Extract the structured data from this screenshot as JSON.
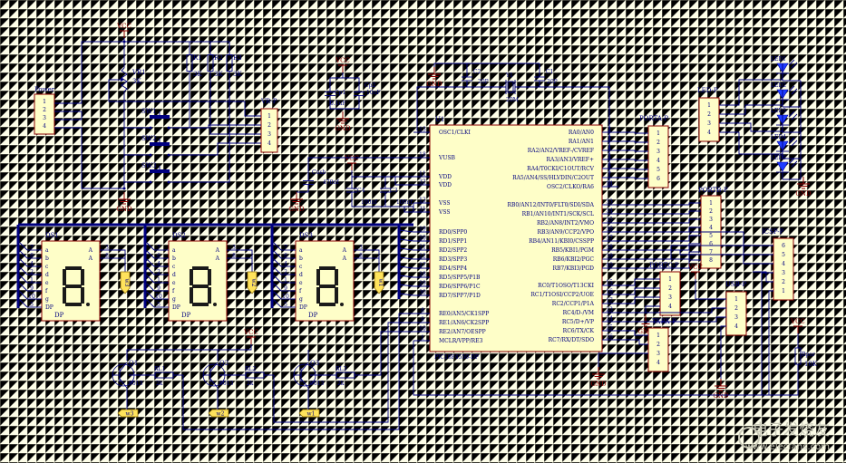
{
  "power": {
    "vcc": "VCC",
    "gnd": "GND"
  },
  "power_header": {
    "ref": "Power",
    "pins": [
      "1",
      "2",
      "3",
      "4"
    ]
  },
  "vr_header": {
    "ref": "VR-P",
    "pins": [
      "1",
      "2",
      "3",
      "4"
    ]
  },
  "vr1": {
    "ref": "VR1",
    "value": "3K"
  },
  "resistors_top": [
    {
      "ref": "R1",
      "value": "3K"
    },
    {
      "ref": "R2",
      "value": "3K"
    },
    {
      "ref": "R3",
      "value": "3K"
    }
  ],
  "switches": [
    "SW1",
    "SW2",
    "SW3"
  ],
  "cp1": {
    "ref": "Cp1",
    "value": "0.1uF"
  },
  "cp2": {
    "ref": "Cp2",
    "value": "10uF"
  },
  "c2": {
    "ref": "C2",
    "value": "20P"
  },
  "c1": {
    "ref": "C1",
    "value": "20P"
  },
  "y1": {
    "ref": "Y1",
    "value": "20M"
  },
  "cusb": {
    "ref": "Cusb",
    "value": "470nf"
  },
  "c4": {
    "ref": "C4",
    "value": "100nf"
  },
  "c3": {
    "ref": "C3",
    "value": "100nf"
  },
  "mcu": {
    "ref": "U1",
    "part": "PIC18F4550-DP",
    "left_pins": [
      {
        "num": "13",
        "label": "OSC1/CLKI"
      },
      {
        "num": "18",
        "label": "VUSB"
      },
      {
        "num": "11",
        "label": "VDD"
      },
      {
        "num": "32",
        "label": "VDD"
      },
      {
        "num": "12",
        "label": "VSS"
      },
      {
        "num": "31",
        "label": "VSS"
      },
      {
        "num": "19",
        "label": "RD0/SPP0"
      },
      {
        "num": "20",
        "label": "RD1/SPP1"
      },
      {
        "num": "21",
        "label": "RD2/SPP2"
      },
      {
        "num": "22",
        "label": "RD3/SPP3"
      },
      {
        "num": "27",
        "label": "RD4/SPP4"
      },
      {
        "num": "28",
        "label": "RD5/SPP5/P1B"
      },
      {
        "num": "29",
        "label": "RD6/SPP6/P1C"
      },
      {
        "num": "30",
        "label": "RD7/SPP7/P1D"
      },
      {
        "num": "8",
        "label": "RE0/AN5/CK1SPP"
      },
      {
        "num": "9",
        "label": "RE1/AN6/CK2SPP"
      },
      {
        "num": "10",
        "label": "RE2/AN7/OESPP"
      },
      {
        "num": "1",
        "label": "MCLR/VPP/RE3"
      }
    ],
    "right_pins": [
      {
        "num": "2",
        "label": "RA0/AN0"
      },
      {
        "num": "3",
        "label": "RA1/AN1"
      },
      {
        "num": "4",
        "label": "RA2/AN2/VREF-/CVREF"
      },
      {
        "num": "5",
        "label": "RA3/AN3/VREF+"
      },
      {
        "num": "6",
        "label": "RA4/T0CKI/C1OUT/RCV"
      },
      {
        "num": "7",
        "label": "RA5/AN4/SS/HLVDIN/C2OUT"
      },
      {
        "num": "14",
        "label": "OSC2/CLKO/RA6"
      },
      {
        "num": "33",
        "label": "RB0/AN12/INT0/FLT0/SDI/SDA"
      },
      {
        "num": "34",
        "label": "RB1/AN10/INT1/SCK/SCL"
      },
      {
        "num": "35",
        "label": "RB2/AN8/INT2/VMO"
      },
      {
        "num": "36",
        "label": "RB3/AN9/CCP2/VPO"
      },
      {
        "num": "37",
        "label": "RB4/AN11/KBI0/CSSPP"
      },
      {
        "num": "38",
        "label": "RB5/KBI1/PGM"
      },
      {
        "num": "39",
        "label": "RB6/KBI2/PGC"
      },
      {
        "num": "40",
        "label": "RB7/KBI3/PGD"
      },
      {
        "num": "15",
        "label": "RC0/T1OSO/T13CKI"
      },
      {
        "num": "16",
        "label": "RC1/T1OSI/CCP2/UOE"
      },
      {
        "num": "17",
        "label": "RC2/CCP1/P1A"
      },
      {
        "num": "23",
        "label": "RC4/D-/VM"
      },
      {
        "num": "24",
        "label": "RC5/D+/VP"
      },
      {
        "num": "25",
        "label": "RC6/TX/CK"
      },
      {
        "num": "26",
        "label": "RC7/RX/DT/SDO"
      }
    ]
  },
  "porta_header": {
    "ref": "PORTA-P",
    "pins": [
      "1",
      "2",
      "3",
      "4",
      "5",
      "6"
    ]
  },
  "portb_header": {
    "ref": "PORTB-P",
    "pins": [
      "1",
      "2",
      "3",
      "4",
      "5",
      "6",
      "7",
      "8"
    ]
  },
  "portc_header": {
    "ref": "PORTC-P",
    "pins": [
      "1",
      "2",
      "3",
      "4"
    ]
  },
  "usb_header": {
    "ref": "USB-P",
    "pins": [
      "1",
      "2",
      "3",
      "4"
    ]
  },
  "txrx_header": {
    "ref": "TXRX-P",
    "pins": [
      "1",
      "2",
      "3",
      "4"
    ]
  },
  "icsp_header": {
    "ref": "ICSP-P",
    "pins": [
      "6",
      "5",
      "4",
      "3",
      "2",
      "1"
    ]
  },
  "led_header": {
    "ref": "LED-P",
    "pins": [
      "1",
      "2",
      "3",
      "4"
    ]
  },
  "leds": [
    "LED1",
    "LED2",
    "LED3",
    "LED4",
    "LED5"
  ],
  "rpor": {
    "ref": "Rpor",
    "value": "10K"
  },
  "displays": [
    {
      "ref": "DS1",
      "net": "w3"
    },
    {
      "ref": "DS2",
      "net": "w2"
    },
    {
      "ref": "DS3",
      "net": "w1"
    }
  ],
  "display_pins": {
    "left": [
      "a",
      "b",
      "c",
      "d",
      "e",
      "f",
      "g",
      "DP"
    ],
    "left_nums": [
      "7",
      "6",
      "4",
      "2",
      "1",
      "9",
      "10",
      "5"
    ],
    "right": [
      "A",
      "A"
    ],
    "right_nums": [
      "3",
      "8"
    ],
    "dp_label": "DP"
  },
  "transistors": [
    {
      "ref": "Q1",
      "part": "9013",
      "r_ref": "RL1",
      "r_val": "2k",
      "net": "w3"
    },
    {
      "ref": "Q2",
      "part": "9013",
      "r_ref": "RL2",
      "r_val": "2k",
      "net": "w2"
    },
    {
      "ref": "Q3",
      "part": "9013",
      "r_ref": "RL3",
      "r_val": "2k",
      "net": "w1"
    }
  ],
  "watermark": "电子发烧友",
  "watermark_url": "www.elecfans.com"
}
